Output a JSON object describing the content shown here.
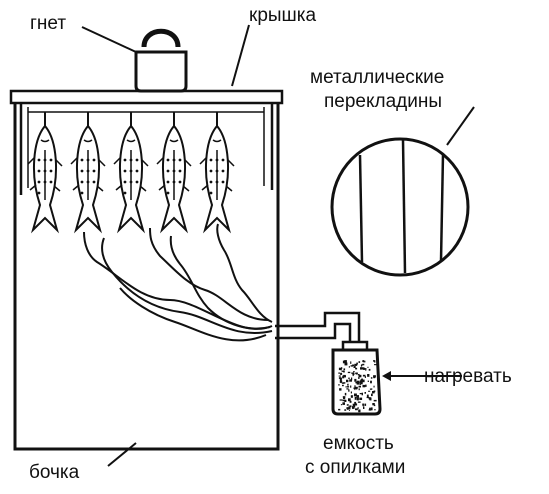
{
  "labels": {
    "weight": "гнет",
    "lid": "крышка",
    "crossbars_line1": "металлические",
    "crossbars_line2": "перекладины",
    "heat": "нагревать",
    "container_line1": "емкость",
    "container_line2": "с опилками",
    "barrel": "бочка"
  },
  "fish_count": 5,
  "colors": {
    "stroke": "#111111",
    "background": "#ffffff"
  }
}
